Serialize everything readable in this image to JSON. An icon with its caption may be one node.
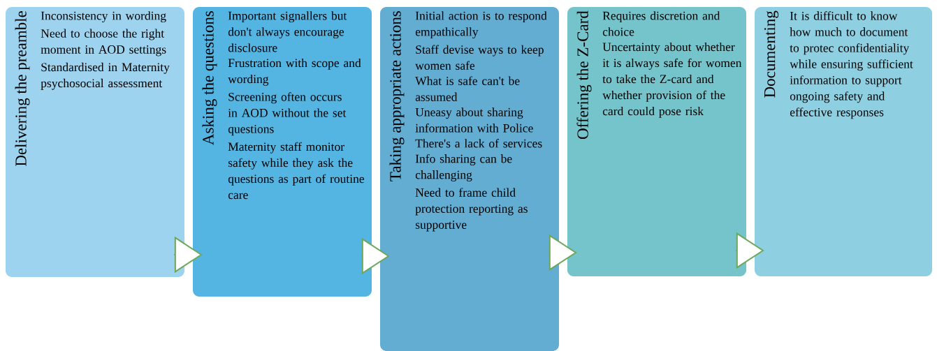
{
  "diagram": {
    "nodes": [
      {
        "text": [
          "Delivering the preamble",
          "Inconsistency in wording",
          "Need to choose the right moment in AOD settings",
          "Standardised in Maternity psychosocial assessment"
        ]
      },
      {
        "text": [
          "Asking the questions",
          "Important signallers but don't always encourage disclosure",
          "Frustration with scope and wording",
          "Screening often occurs in AOD without the set questions",
          "Maternity staff monitor safety while they ask the questions as part of routine care"
        ]
      },
      {
        "text": [
          "Taking appropriate actions",
          "Initial action is to respond empathically",
          "Staff devise ways to keep women safe",
          "What is safe can't be assumed",
          "Uneasy about sharing information with Police",
          "There's a lack of services",
          "Info sharing can be challenging",
          "Need to frame child protection reporting as supportive"
        ]
      },
      {
        "text": [
          "Offering the Z-Card",
          "Requires discretion and choice",
          "Uncertainty about whether it is always safe for women to take the Z-card and whether provision of the card could pose risk"
        ]
      },
      {
        "text": [
          "Documenting",
          "It is difficult to know how much to document to protec confidentiality while ensuring sufficient information to support ongoing safety and effective responses"
        ]
      }
    ],
    "edges": [
      {
        "from": 0,
        "to": 1,
        "arrow": "to"
      },
      {
        "from": 1,
        "to": 2,
        "arrow": "to"
      },
      {
        "from": 2,
        "to": 3,
        "arrow": "to"
      },
      {
        "from": 3,
        "to": 4,
        "arrow": "to"
      }
    ]
  }
}
